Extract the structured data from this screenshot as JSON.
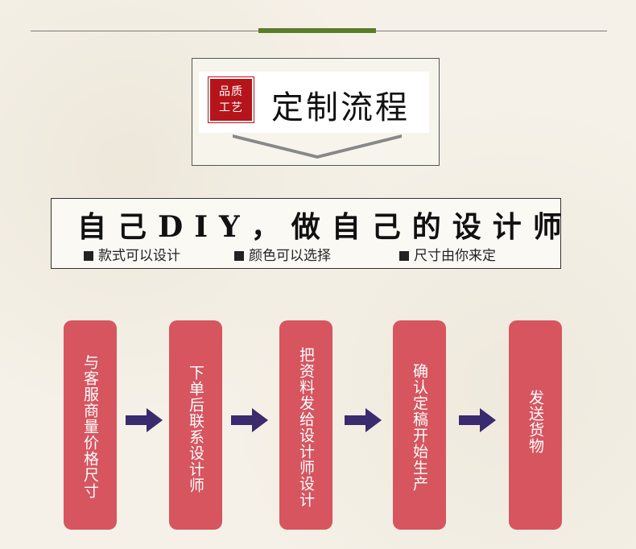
{
  "header": {
    "seal_line1": "品质",
    "seal_line2": "工艺",
    "title": "定制流程"
  },
  "diy": {
    "headline": "自己DIY，做自己的设计师",
    "features": [
      "款式可以设计",
      "颜色可以选择",
      "尺寸由你来定"
    ]
  },
  "steps": [
    "与客服商量价格尺寸",
    "下单后联系设计师",
    "把资料发给设计师设计",
    "确认定稿开始生产",
    "发送货物"
  ],
  "colors": {
    "card": "#d6555f",
    "arrow": "#3a2a6e",
    "accent": "#5a7d2a",
    "seal": "#b4141a"
  }
}
